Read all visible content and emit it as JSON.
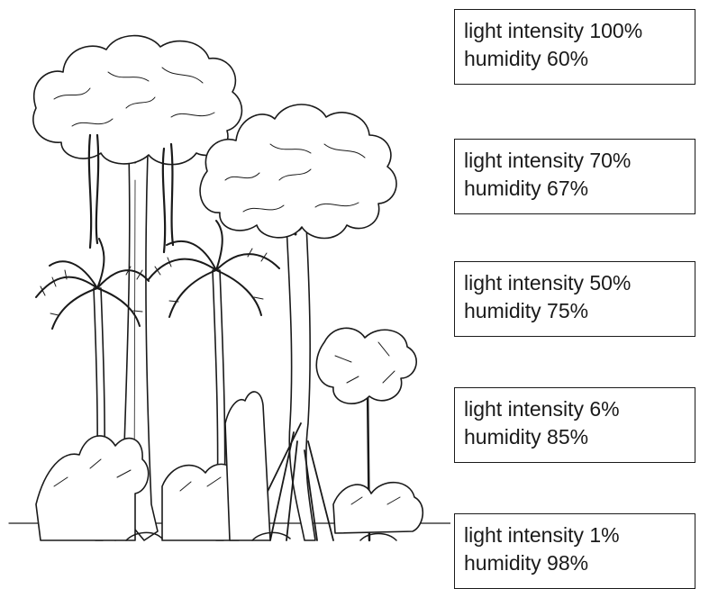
{
  "layers": [
    {
      "light": "light intensity 100%",
      "humidity": "humidity 60%"
    },
    {
      "light": "light intensity 70%",
      "humidity": "humidity 67%"
    },
    {
      "light": "light intensity 50%",
      "humidity": "humidity 75%"
    },
    {
      "light": "light intensity 6%",
      "humidity": "humidity 85%"
    },
    {
      "light": "light intensity 1%",
      "humidity": "humidity 98%"
    }
  ],
  "colors": {
    "ink": "#1a1a1a",
    "background": "#ffffff"
  },
  "illustration": "rainforest-layers-drawing"
}
